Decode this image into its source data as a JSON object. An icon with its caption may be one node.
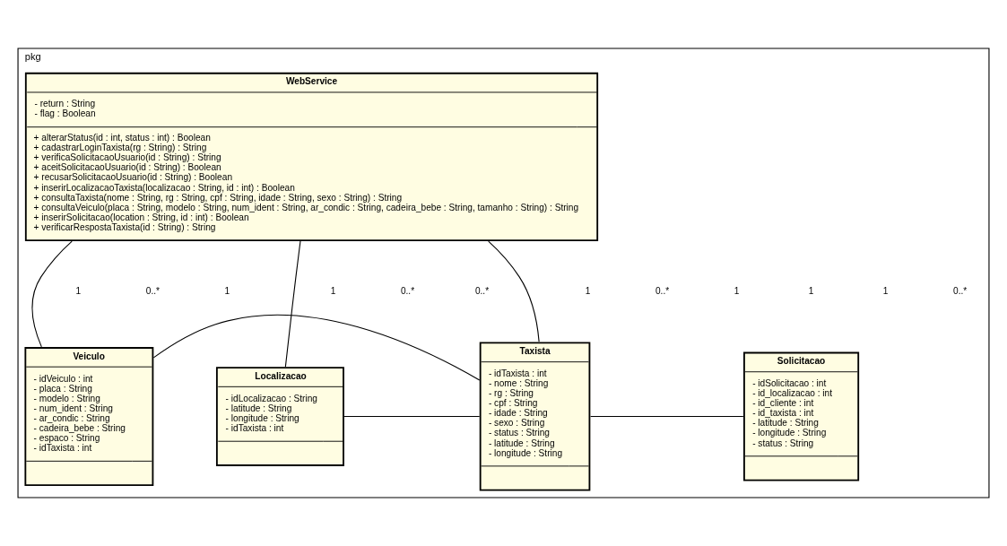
{
  "diagram": {
    "nodes": [
      {
        "text": [
          "pkg"
        ]
      },
      {
        "text": [
          "WebService",
          "- return : String",
          "- flag : Boolean",
          "+ alterarStatus(id : int, status : int) : Boolean",
          "+ cadastrarLoginTaxista(rg : String) : String",
          "+ verificaSolicitacaoUsuario(id : String) : String",
          "+ aceitSolicitacaoUsuario(id : String) : Boolean",
          "+ recusarSolicitacaoUsuario(id : String) : Boolean",
          "+ inserirLocalizacaoTaxista(localizacao : String, id : int) : Boolean",
          "+ consultaTaxista(nome : String, rg : String, cpf : String, idade : String, sexo : String) : String",
          "+ consultaVeiculo(placa : String, modelo : String, num_ident : String, ar_condic : String, cadeira_bebe : String, tamanho : String) : String",
          "+ inserirSolicitacao(location : String, id : int) : Boolean",
          "+ verificarRespostaTaxista(id : String) : String"
        ],
        "in": 0
      },
      {
        "text": [
          "Veiculo",
          "- idVeiculo : int",
          "- placa : String",
          "- modelo : String",
          "- num_ident : String",
          "- ar_condic : String",
          "- cadeira_bebe : String",
          "- espaco : String",
          "- idTaxista : int"
        ],
        "in": 0
      },
      {
        "text": [
          "Taxista",
          "- idTaxista : int",
          "- nome : String",
          "- rg : String",
          "- cpf : String",
          "- idade : String",
          "- sexo : String",
          "- status : String",
          "- latitude : String",
          "- longitude : String"
        ],
        "in": 0
      },
      {
        "text": [
          "Localizacao",
          "- idLocalizacao : String",
          "- latitude : String",
          "- longitude : String",
          "- idTaxista : int"
        ],
        "in": 0
      },
      {
        "text": [
          "Solicitacao",
          "- idSolicitacao : int",
          "- id_localizacao : int",
          "- id_cliente : int",
          "- id_taxista : int",
          "- latitude : String",
          "- longitude : String",
          "- status : String"
        ],
        "in": 0
      }
    ],
    "edges": [
      {
        "from": 1,
        "to": 2,
        "arrow": "none"
      },
      {
        "from": 1,
        "to": 3,
        "arrow": "none"
      },
      {
        "from": 1,
        "to": 4,
        "arrow": "none"
      },
      {
        "from": 3,
        "to": 4,
        "arrow": "none"
      },
      {
        "from": 2,
        "to": 3,
        "arrow": "none"
      },
      {
        "from": 3,
        "to": 5,
        "arrow": "none"
      }
    ],
    "labels": [
      "1",
      "1",
      "1",
      "0..*",
      "0..*",
      "0..*",
      "1",
      "0..*",
      "1",
      "1",
      "1",
      "0..*"
    ]
  }
}
